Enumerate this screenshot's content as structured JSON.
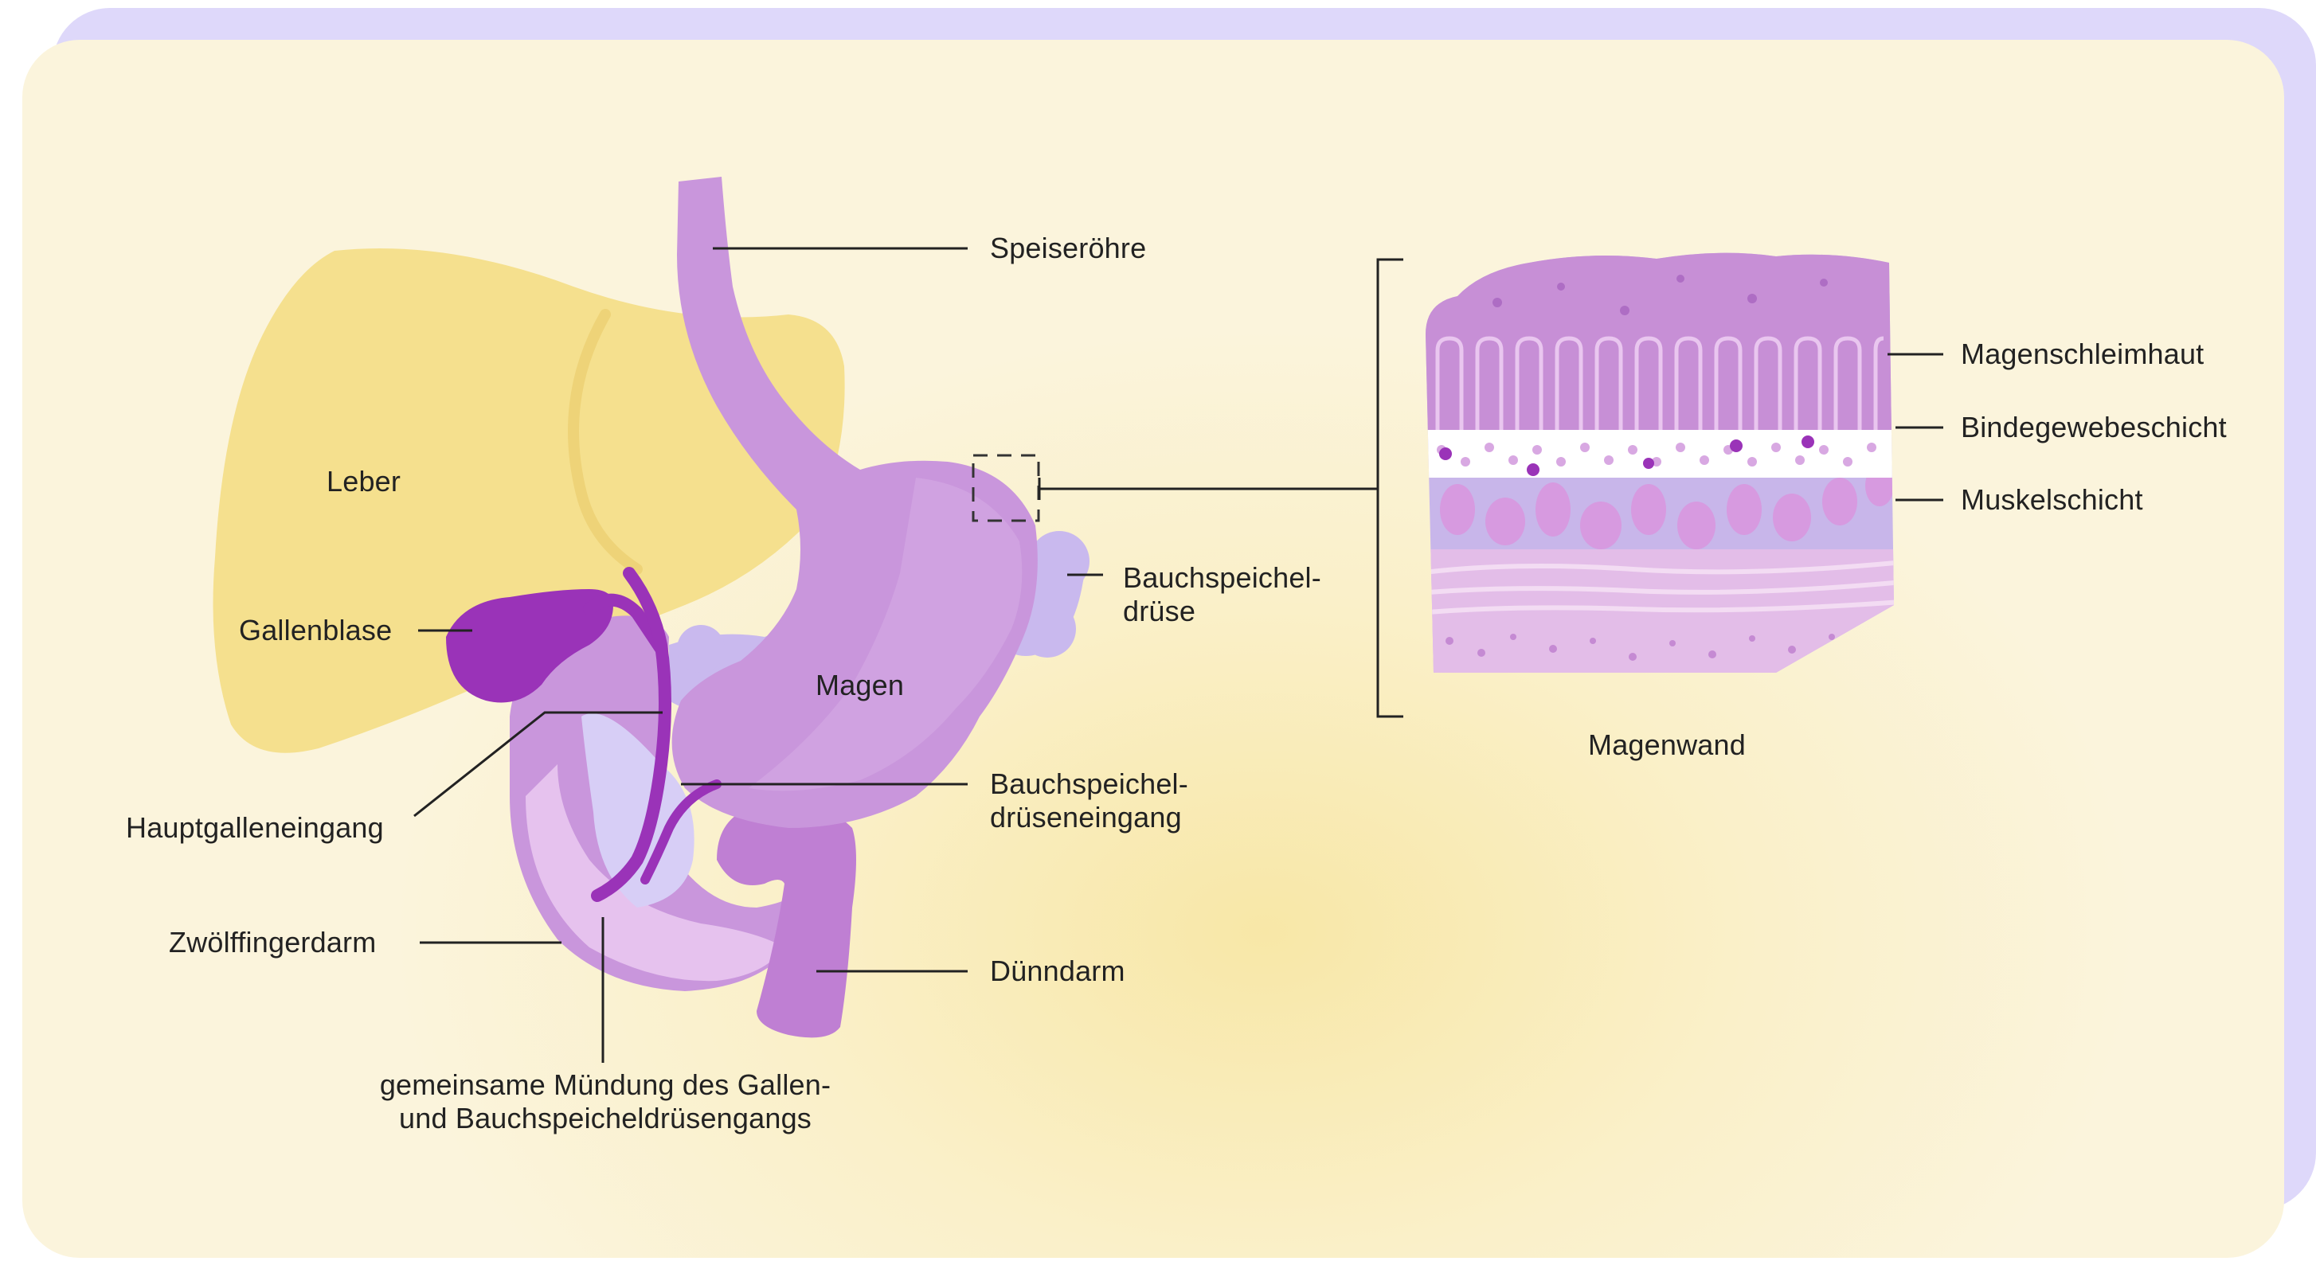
{
  "labels": {
    "liver": "Leber",
    "esophagus": "Speiseröhre",
    "gallbladder": "Gallenblase",
    "main_bile_duct": "Hauptgalleneingang",
    "stomach": "Magen",
    "pancreas_line1": "Bauchspeichel-",
    "pancreas_line2": "drüse",
    "pancreatic_duct_line1": "Bauchspeichel-",
    "pancreatic_duct_line2": "drüseneingang",
    "duodenum": "Zwölffingerdarm",
    "small_intestine": "Dünndarm",
    "common_opening_line1": "gemeinsame Mündung des Gallen-",
    "common_opening_line2": "und Bauchspeicheldrüsengangs",
    "mucosa": "Magenschleimhaut",
    "connective_tissue": "Bindegewebeschicht",
    "muscle_layer": "Muskelschicht",
    "stomach_wall": "Magenwand"
  },
  "colors": {
    "background": "#fbf4dc",
    "card_shadow": "#ded8fa",
    "liver": "#f5e08e",
    "stomach": "#c996dc",
    "gallbladder": "#9a33b8",
    "pancreas": "#c9b9ee",
    "mucosa": "#c78fd6",
    "muscle": "#c8b6ea",
    "line": "#222222"
  }
}
